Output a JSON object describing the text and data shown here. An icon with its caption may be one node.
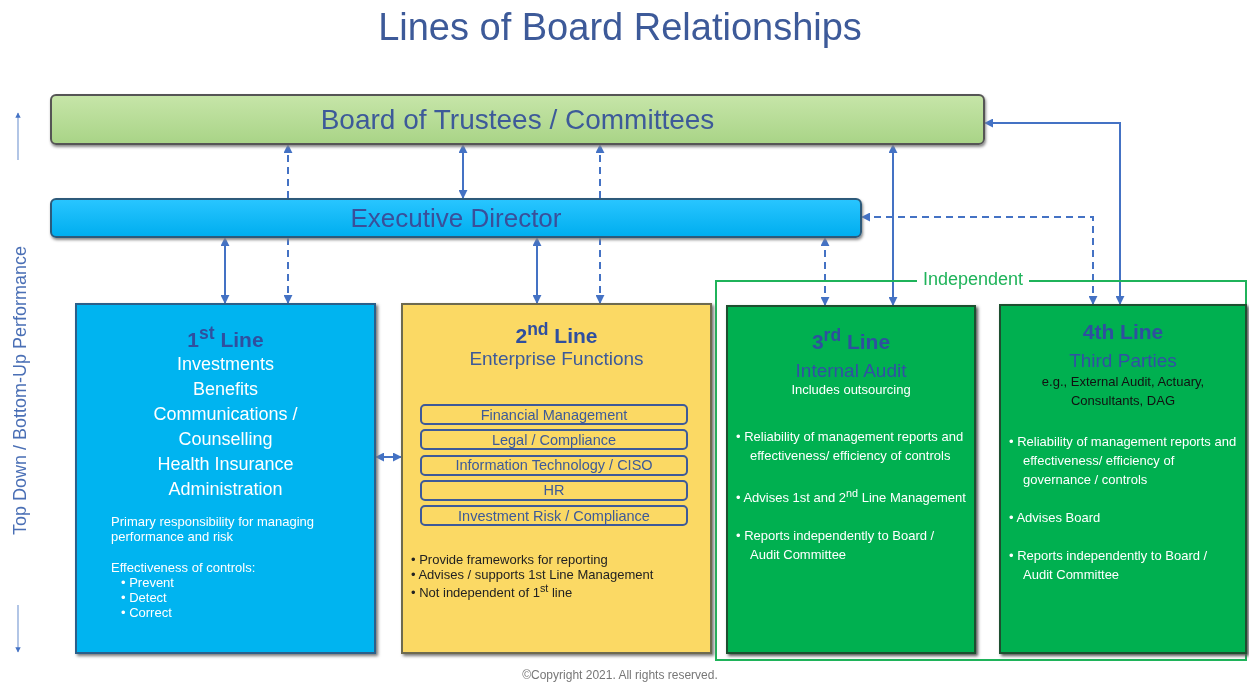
{
  "diagram": {
    "title": "Lines of Board Relationships",
    "nodes": [
      {
        "text": [
          "Board of Trustees / Committees"
        ]
      },
      {
        "text": [
          "Executive Director"
        ]
      },
      {
        "text": [
          "1$^{st}$ Line",
          "Investments",
          "Benefits",
          "Communications / Counselling",
          "Health Insurance Administration",
          "Primary responsibility for managing performance and risk",
          "Effectiveness of controls:",
          "• Prevent",
          "• Detect",
          "• Correct"
        ]
      },
      {
        "text": [
          "2$^{nd}$ Line",
          "Enterprise Functions",
          "• Provide frameworks for reporting",
          "• Advises / supports 1st Line Management",
          "• Not independent of 1$^{st}$ line"
        ]
      },
      {
        "text": [
          "Financial Management"
        ],
        "in": 3
      },
      {
        "text": [
          "Legal / Compliance"
        ],
        "in": 3
      },
      {
        "text": [
          "Information Technology / CISO"
        ],
        "in": 3
      },
      {
        "text": [
          "HR"
        ],
        "in": 3
      },
      {
        "text": [
          "Investment Risk / Compliance"
        ],
        "in": 3
      },
      {
        "text": [
          "Independent"
        ]
      },
      {
        "text": [
          "3$^{rd}$ Line",
          "Internal Audit",
          "Includes outsourcing",
          "• Reliability of management reports and effectiveness/ efficiency of controls",
          "• Advises 1st and 2$^{nd}$ Line Management",
          "• Reports independently to Board / Audit Committee"
        ],
        "in": 9
      },
      {
        "text": [
          "4th Line",
          "Third Parties",
          "e.g., External Audit, Actuary, Consultants, DAG",
          "• Reliability of management reports and effectiveness/ efficiency of governance / controls",
          "• Advises Board",
          "• Reports independently to Board / Audit Committee"
        ],
        "in": 9
      }
    ],
    "edges": [
      {
        "from": 0,
        "to": 1,
        "arrow": "both"
      },
      {
        "from": 1,
        "to": 0,
        "arrow": "to",
        "style": "dashed"
      },
      {
        "from": 1,
        "to": 2,
        "arrow": "to",
        "style": "dashed"
      },
      {
        "from": 1,
        "to": 0,
        "arrow": "to",
        "style": "dashed"
      },
      {
        "from": 1,
        "to": 3,
        "arrow": "to",
        "style": "dashed"
      },
      {
        "from": 1,
        "to": 2,
        "arrow": "both"
      },
      {
        "from": 1,
        "to": 3,
        "arrow": "both"
      },
      {
        "from": 1,
        "to": 10,
        "arrow": "both",
        "style": "dashed"
      },
      {
        "from": 0,
        "to": 10,
        "arrow": "both"
      },
      {
        "from": 1,
        "to": 11,
        "arrow": "both",
        "style": "dashed"
      },
      {
        "from": 0,
        "to": 11,
        "arrow": "both"
      },
      {
        "from": 2,
        "to": 3,
        "arrow": "both"
      }
    ],
    "labels": [
      "Top Down / Bottom-Up Performance",
      "©Copyright 2021. All rights reserved."
    ]
  }
}
